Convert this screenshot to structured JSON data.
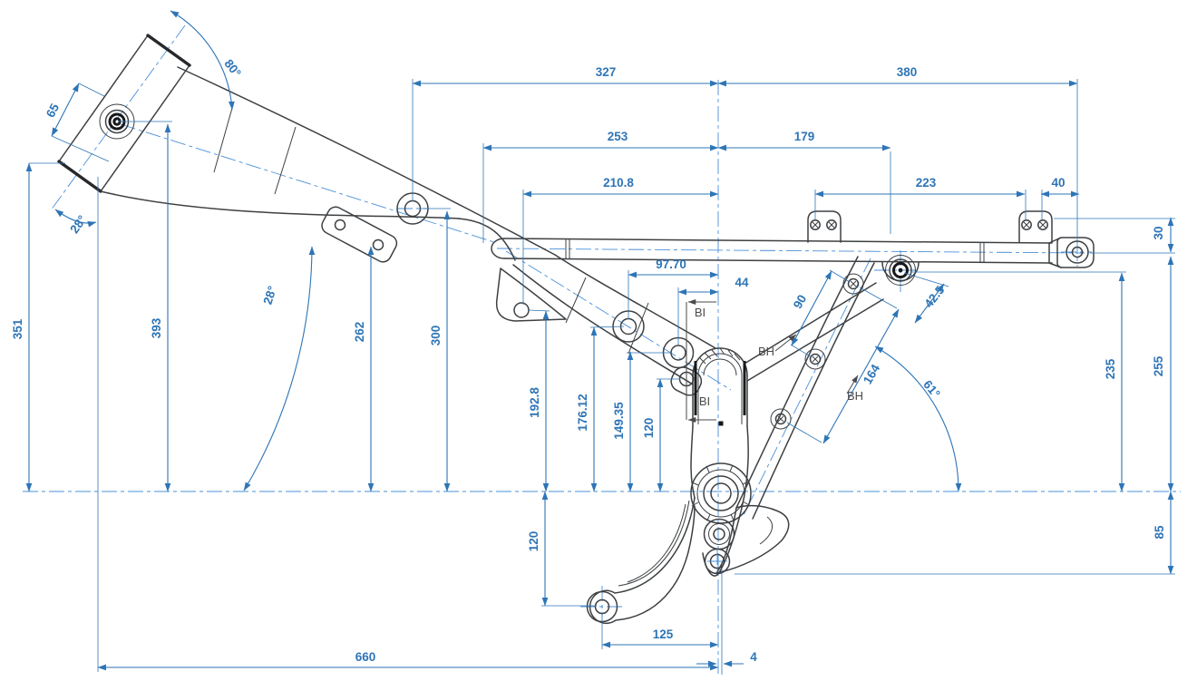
{
  "drawing": {
    "type": "technical-drawing",
    "subject": "small motorcycle / moped frame, side view with dimension annotations",
    "units": "mm (implied)",
    "colors": {
      "dimension_blue": "#2e75b6",
      "centerline_blue": "#4a90d9",
      "outline_gray": "#3d4043",
      "reference_gray": "#4a4a4a",
      "background": "#ffffff"
    },
    "labels": {
      "d327": "327",
      "d380": "380",
      "d253": "253",
      "d179": "179",
      "d210_8": "210.8",
      "d223": "223",
      "d40": "40",
      "d97_7": "97.70",
      "d44": "44",
      "d30": "30",
      "d65": "65",
      "a80": "80°",
      "a28_head": "28°",
      "a28_beam": "28°",
      "a61": "61°",
      "d351": "351",
      "d393": "393",
      "d262": "262",
      "d300": "300",
      "d192_8": "192.8",
      "d176_12": "176.12",
      "d149_35": "149.35",
      "d120_mid": "120",
      "d120_low": "120",
      "d90": "90",
      "d42_5": "42.5",
      "d164": "164",
      "d235": "235",
      "d255": "255",
      "d85": "85",
      "d660": "660",
      "d125": "125",
      "d4": "4",
      "bh": "BH",
      "bi": "BI"
    }
  }
}
